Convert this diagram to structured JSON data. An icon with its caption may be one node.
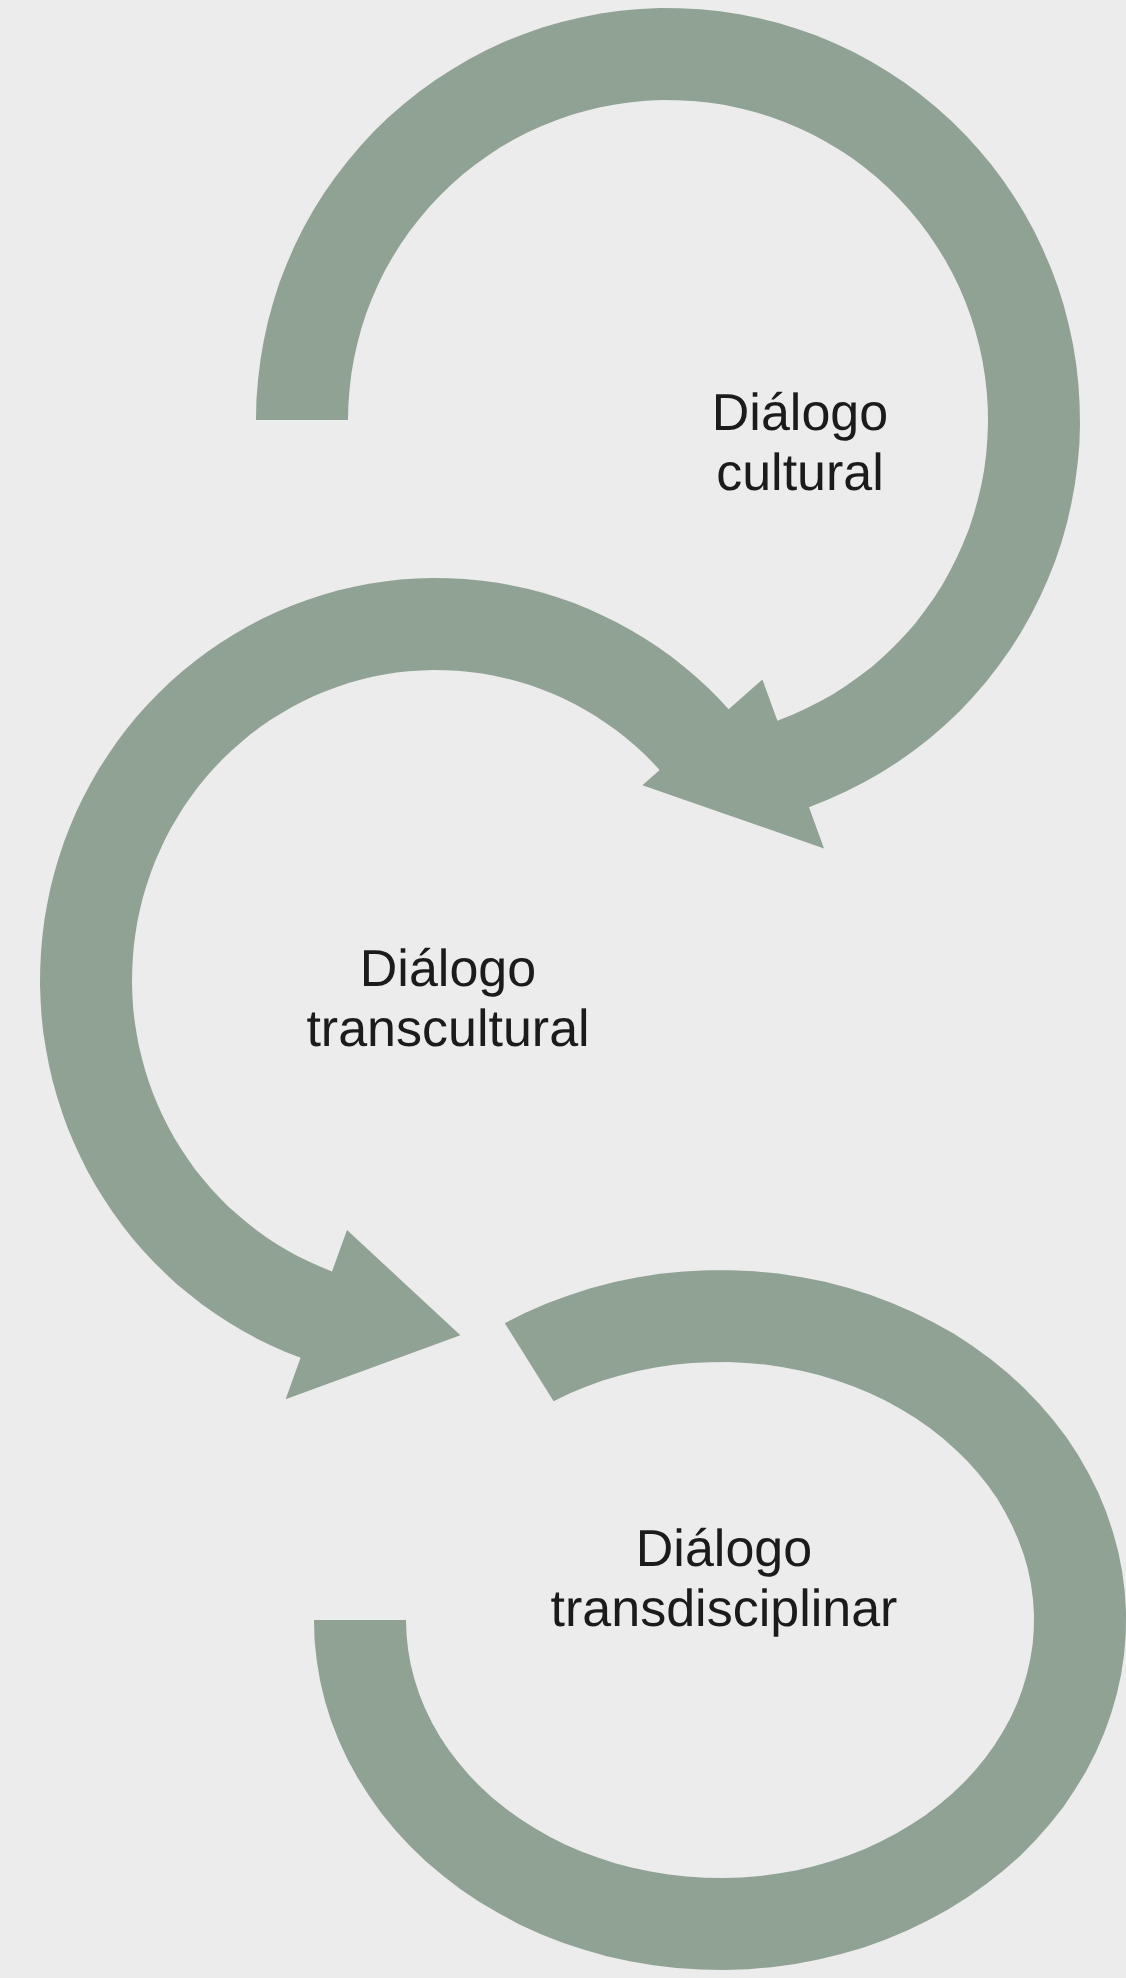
{
  "diagram": {
    "nodes": [
      {
        "text": [
          "Diálogo cultural"
        ]
      },
      {
        "text": [
          "Diálogo transcultural"
        ]
      },
      {
        "text": [
          "Diálogo transdisciplinar"
        ]
      }
    ],
    "edges": [
      {
        "from": 0,
        "to": 1,
        "arrow": "to"
      },
      {
        "from": 1,
        "to": 2,
        "arrow": "to"
      }
    ]
  }
}
